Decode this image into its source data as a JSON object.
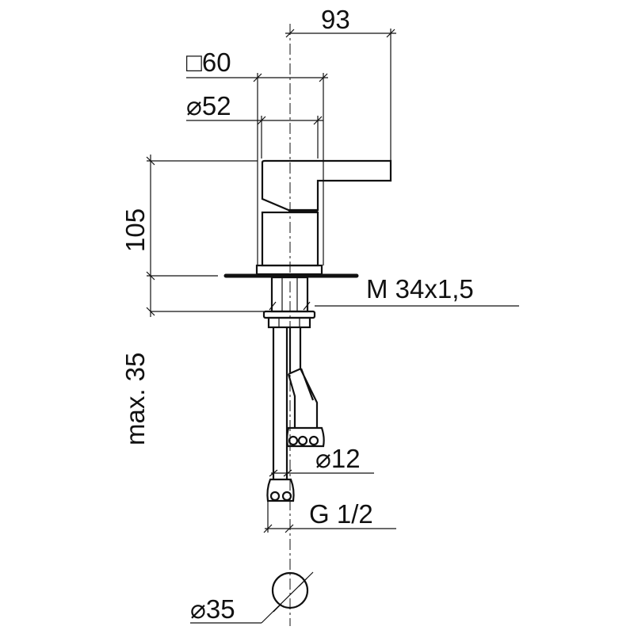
{
  "drawing": {
    "dimensions": {
      "spout_reach": "93",
      "square_base": "□60",
      "body_diameter": "⌀52",
      "height": "105",
      "max_thickness": "max. 35",
      "thread": "M 34x1,5",
      "pipe_diameter": "⌀12",
      "connection": "G 1/2",
      "hole_diameter": "⌀35"
    }
  }
}
